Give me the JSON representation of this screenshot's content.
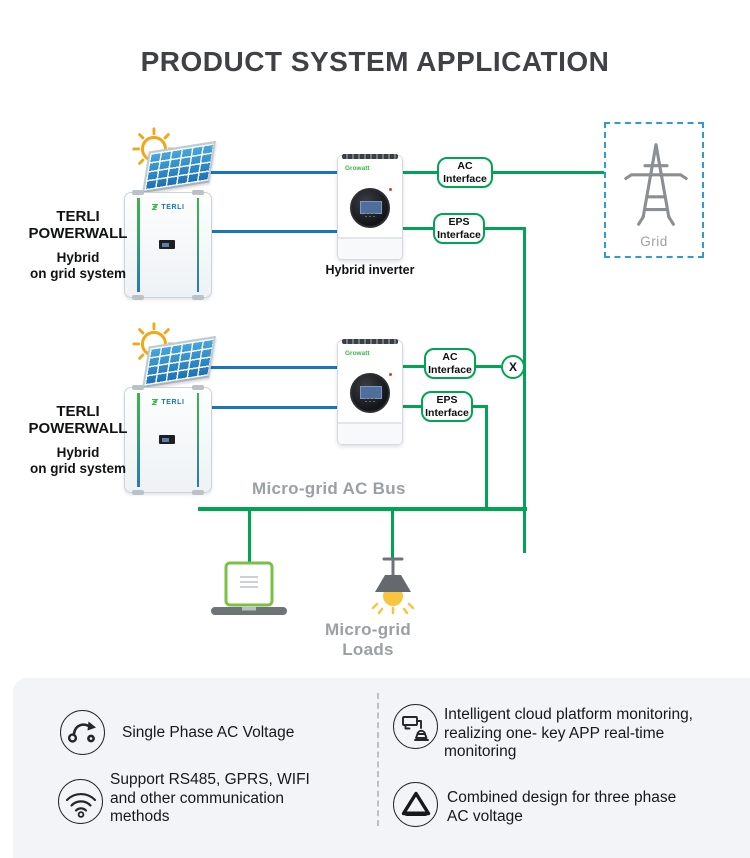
{
  "title": "PRODUCT SYSTEM APPLICATION",
  "diagram": {
    "system1": {
      "name_line1": "TERLI",
      "name_line2": "POWERWALL",
      "mode_line1": "Hybrid",
      "mode_line2": "on grid system",
      "battery_logo": "TERLI",
      "inverter_logo": "Growatt",
      "inverter_label": "Hybrid inverter",
      "ac_line1": "AC",
      "ac_line2": "Interface",
      "eps_line1": "EPS",
      "eps_line2": "Interface"
    },
    "system2": {
      "name_line1": "TERLI",
      "name_line2": "POWERWALL",
      "mode_line1": "Hybrid",
      "mode_line2": "on grid system",
      "battery_logo": "TERLI",
      "inverter_logo": "Growatt",
      "ac_line1": "AC",
      "ac_line2": "Interface",
      "eps_line1": "EPS",
      "eps_line2": "Interface",
      "x_marker": "X"
    },
    "grid_label": "Grid",
    "bus_label": "Micro-grid AC Bus",
    "loads_label": "Micro-grid Loads",
    "icons": [
      "sun-icon",
      "solar-panel-icon",
      "grid-tower-icon",
      "laptop-icon",
      "pendant-lamp-icon"
    ]
  },
  "features": {
    "item1": {
      "icon": "phase-arrow-icon",
      "lines": [
        "Single Phase AC Voltage"
      ]
    },
    "item2": {
      "icon": "wifi-icon",
      "lines": [
        "Support RS485, GPRS, WIFI",
        "and other communication",
        "methods"
      ]
    },
    "item3": {
      "icon": "cloud-monitor-icon",
      "lines": [
        "Intelligent cloud platform monitoring,",
        "realizing one- key APP real-time",
        "monitoring"
      ]
    },
    "item4": {
      "icon": "delta-icon",
      "lines": [
        "Combined design for three phase",
        "AC voltage"
      ]
    }
  },
  "colors": {
    "line_green": "#00a551",
    "line_blue": "#1b75bc",
    "grid_dash_blue": "#2e9bd6",
    "label_gray": "#9aa0a3",
    "panel_bg": "#f2f4f8",
    "accent_green": "#3cb54a",
    "brand_blue": "#1b75bc",
    "sun_orange": "#f2a71b"
  }
}
